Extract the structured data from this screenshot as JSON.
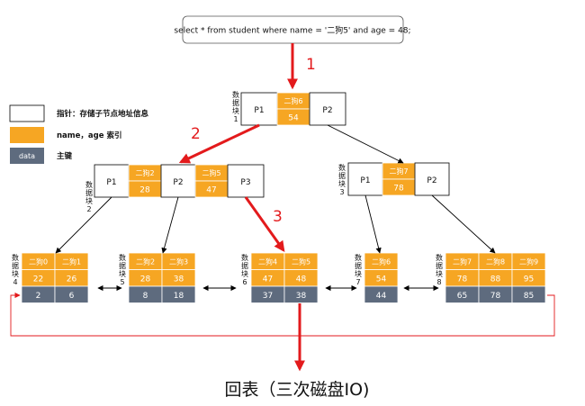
{
  "query": "select * from student where name = '二狗5' and age = 48;",
  "steps": [
    "1",
    "2",
    "3"
  ],
  "result_text": "回表（三次磁盘IO)",
  "legend": [
    {
      "label": "指针：存储子节点地址信息",
      "color": "#ffffff"
    },
    {
      "label": "name，age 索引",
      "color": "#f6a623"
    },
    {
      "label": "主键",
      "color": "#5e6b7e",
      "box_text": "data"
    }
  ],
  "colors": {
    "index": "#f6a623",
    "pk": "#5e6b7e",
    "path": "#e31a1c",
    "pointer": "#ffffff"
  },
  "root": {
    "block": "数据块1",
    "cells": [
      "P1",
      "二狗6",
      "54",
      "P2"
    ]
  },
  "internal": [
    {
      "block": "数据块2",
      "cells": [
        "P1",
        "二狗2",
        "28",
        "P2",
        "二狗5",
        "47",
        "P3"
      ]
    },
    {
      "block": "数据块3",
      "cells": [
        "P1",
        "二狗7",
        "78",
        "P2"
      ]
    }
  ],
  "leaves": [
    {
      "block": "数据块4",
      "names": [
        "二狗0",
        "二狗1"
      ],
      "ages": [
        "22",
        "26"
      ],
      "ids": [
        "2",
        "6"
      ]
    },
    {
      "block": "数据块5",
      "names": [
        "二狗2",
        "二狗3"
      ],
      "ages": [
        "28",
        "38"
      ],
      "ids": [
        "8",
        "18"
      ]
    },
    {
      "block": "数据块6",
      "names": [
        "二狗4",
        "二狗5"
      ],
      "ages": [
        "47",
        "48"
      ],
      "ids": [
        "37",
        "38"
      ]
    },
    {
      "block": "数据块7",
      "names": [
        "二狗6"
      ],
      "ages": [
        "54"
      ],
      "ids": [
        "44"
      ]
    },
    {
      "block": "数据块8",
      "names": [
        "二狗7",
        "二狗8",
        "二狗9"
      ],
      "ages": [
        "78",
        "88",
        "95"
      ],
      "ids": [
        "65",
        "78",
        "85"
      ]
    }
  ]
}
